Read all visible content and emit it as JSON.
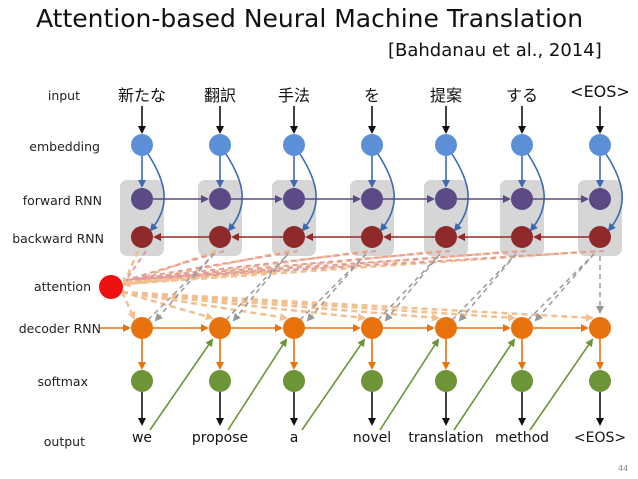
{
  "title": "Attention-based Neural Machine Translation",
  "citation": "[Bahdanau et al., 2014]",
  "page_number": "44",
  "row_labels": {
    "input": "input",
    "embedding": "embedding",
    "forward_rnn": "forward RNN",
    "backward_rnn": "backward RNN",
    "attention": "attention",
    "decoder_rnn": "decoder RNN",
    "softmax": "softmax",
    "output": "output"
  },
  "input_tokens": [
    "新たな",
    "翻訳",
    "手法",
    "を",
    "提案",
    "する",
    "<EOS>"
  ],
  "output_tokens": [
    "we",
    "propose",
    "a",
    "novel",
    "translation",
    "method",
    "<EOS>"
  ],
  "colors": {
    "embedding": "#5b8fd6",
    "forward_rnn": "#5c4a86",
    "backward_rnn": "#8f2a2a",
    "attention": "#ee1111",
    "decoder": "#e8720c",
    "softmax": "#6d9436",
    "encoder_box": "#d6d6d6",
    "attention_arrows": "#f2bf8e"
  }
}
